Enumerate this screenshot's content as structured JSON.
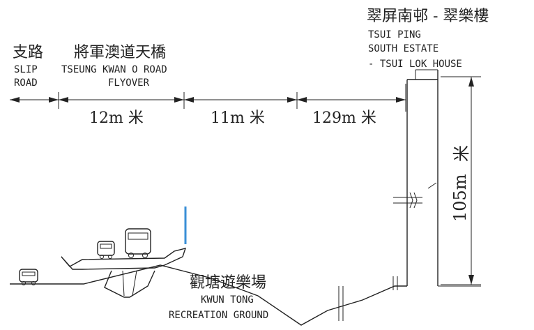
{
  "labels": {
    "slip_road_zh": "支路",
    "slip_road_en_1": "SLIP",
    "slip_road_en_2": "ROAD",
    "flyover_zh": "將軍澳道天橋",
    "flyover_en_1": "TSEUNG KWAN O ROAD",
    "flyover_en_2": "FLYOVER",
    "estate_zh": "翠屏南邨 - 翠樂樓",
    "estate_en_1": "TSUI PING",
    "estate_en_2": "SOUTH ESTATE",
    "estate_en_3": "- TSUI LOK HOUSE",
    "ground_zh": "觀塘遊樂場",
    "ground_en_1": "KWUN TONG",
    "ground_en_2": "RECREATION GROUND"
  },
  "dimensions": {
    "d1": "12m 米",
    "d2": "11m 米",
    "d3": "129m 米",
    "height_value": "105m",
    "height_unit": "米"
  },
  "colors": {
    "line": "#222222",
    "pole": "#3a8fd6"
  }
}
